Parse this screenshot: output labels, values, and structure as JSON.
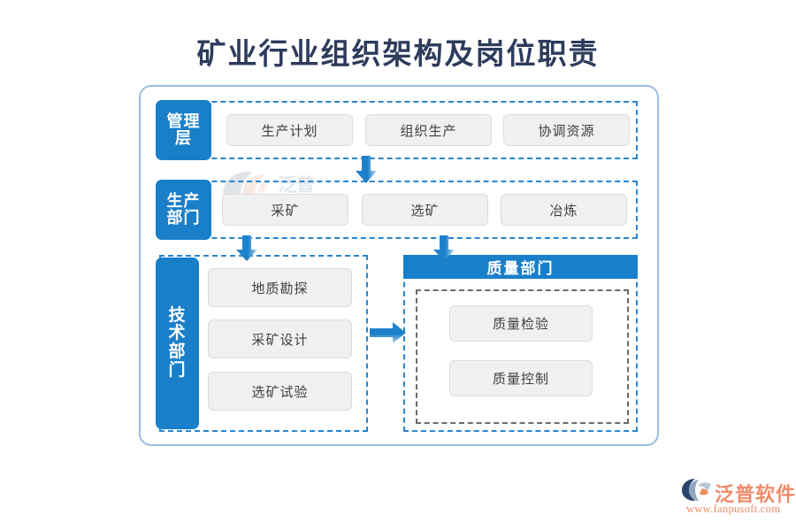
{
  "page": {
    "title": "矿业行业组织架构及岗位职责"
  },
  "colors": {
    "accent_blue": "#1a7fc9",
    "dashed_blue": "#2a85d0",
    "frame_blue": "#9dbde2",
    "pill_fill": "#f0f0f0",
    "pill_border": "#dcdcdc",
    "title_navy": "#2d3c5c",
    "inner_dash_gray": "#6b6b6b",
    "brand_orange": "#f08a6a"
  },
  "diagram": {
    "rows": [
      {
        "id": "management",
        "tab_label": "管理层",
        "tab_chars": [
          "管理",
          "层"
        ],
        "items": [
          {
            "label": "生产计划"
          },
          {
            "label": "组织生产"
          },
          {
            "label": "协调资源"
          }
        ]
      },
      {
        "id": "production",
        "tab_label": "生产部门",
        "tab_chars": [
          "生产",
          "部门"
        ],
        "items": [
          {
            "label": "采矿"
          },
          {
            "label": "选矿"
          },
          {
            "label": "冶炼"
          }
        ]
      },
      {
        "id": "technical",
        "tab_label": "技术部门",
        "tab_chars": [
          "技",
          "术",
          "部",
          "门"
        ],
        "items": [
          {
            "label": "地质勘探"
          },
          {
            "label": "采矿设计"
          },
          {
            "label": "选矿试验"
          }
        ]
      }
    ],
    "quality": {
      "id": "quality",
      "header_label": "质量部门",
      "items": [
        {
          "label": "质量检验"
        },
        {
          "label": "质量控制"
        }
      ]
    },
    "connectors": [
      {
        "id": "management-to-production",
        "direction": "down"
      },
      {
        "id": "production-to-technical",
        "direction": "down"
      },
      {
        "id": "production-to-quality",
        "direction": "down"
      },
      {
        "id": "technical-to-quality",
        "direction": "right"
      }
    ]
  },
  "brand": {
    "name": "泛普软件",
    "url": "www.fanpusoft.com"
  }
}
